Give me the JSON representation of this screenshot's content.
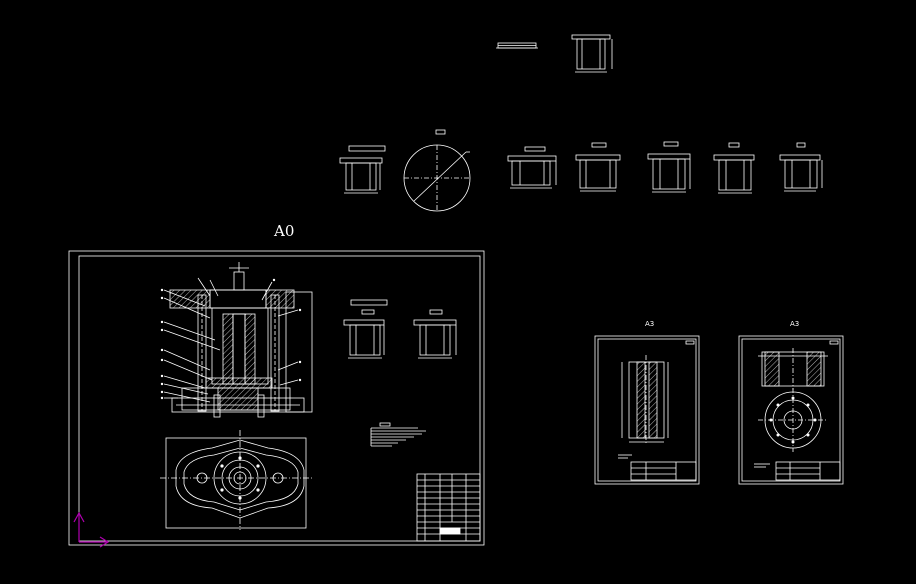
{
  "drawing": {
    "background": "#000000",
    "line_color": "#ffffff",
    "ucs_color": "#b000b0"
  },
  "sheets": {
    "a0_label": "A0",
    "a3_1_label": "A3",
    "a3_2_label": "A3"
  },
  "icons": {
    "ucs": "ucs-axis-icon"
  }
}
